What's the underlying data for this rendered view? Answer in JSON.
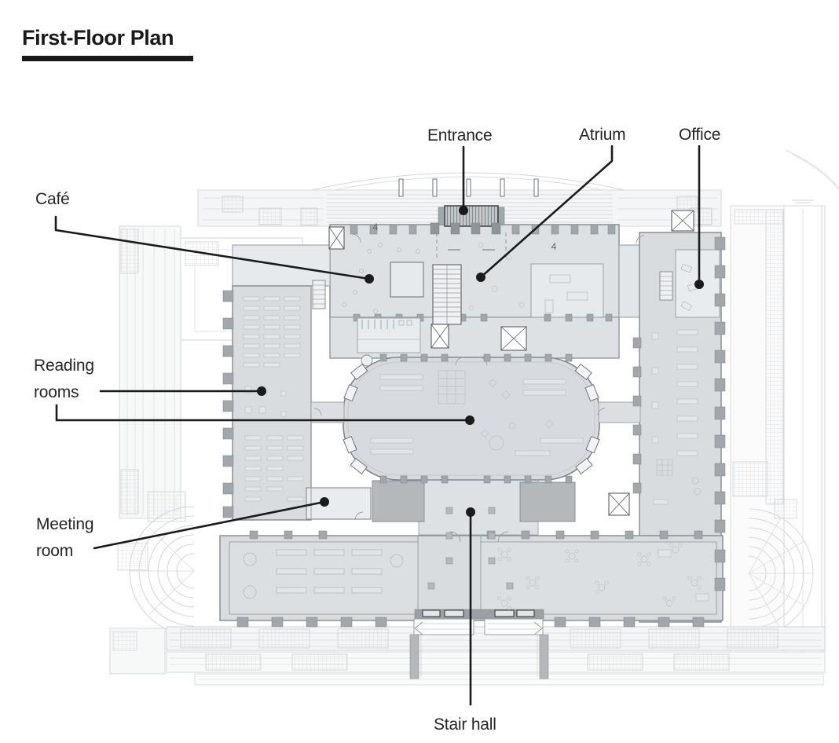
{
  "title": "First-Floor Plan",
  "labels": {
    "cafe": "Café",
    "entrance": "Entrance",
    "atrium": "Atrium",
    "office": "Office",
    "reading_rooms": "Reading rooms",
    "meeting_room": "Meeting room",
    "stair_hall": "Stair hall"
  },
  "plan": {
    "room_numbers": [
      "4",
      "4"
    ]
  },
  "colors": {
    "leader": "#1b1b1b",
    "label_text": "#262626",
    "title_text": "#1a1a1a",
    "floor": "#d9dcdf",
    "floor_light": "#e8ebed",
    "wall": "#9aa0a4",
    "site_line": "#d5d8da"
  }
}
